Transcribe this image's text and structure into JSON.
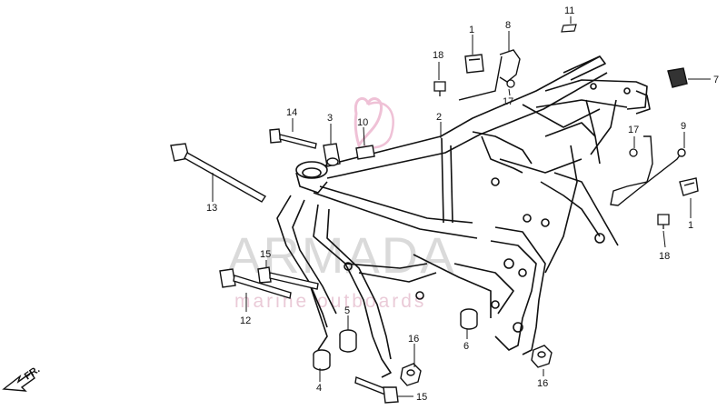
{
  "watermark": {
    "brand": "ARMADA",
    "tagline": "marine outboards",
    "color": "#d9a0b8"
  },
  "direction": {
    "label": "FR."
  },
  "callouts": [
    "1",
    "2",
    "3",
    "4",
    "5",
    "6",
    "7",
    "8",
    "9",
    "10",
    "11",
    "12",
    "13",
    "14",
    "15",
    "16",
    "17",
    "18",
    "1",
    "15",
    "16",
    "17",
    "18"
  ],
  "colors": {
    "line": "#111111",
    "background": "#ffffff"
  }
}
